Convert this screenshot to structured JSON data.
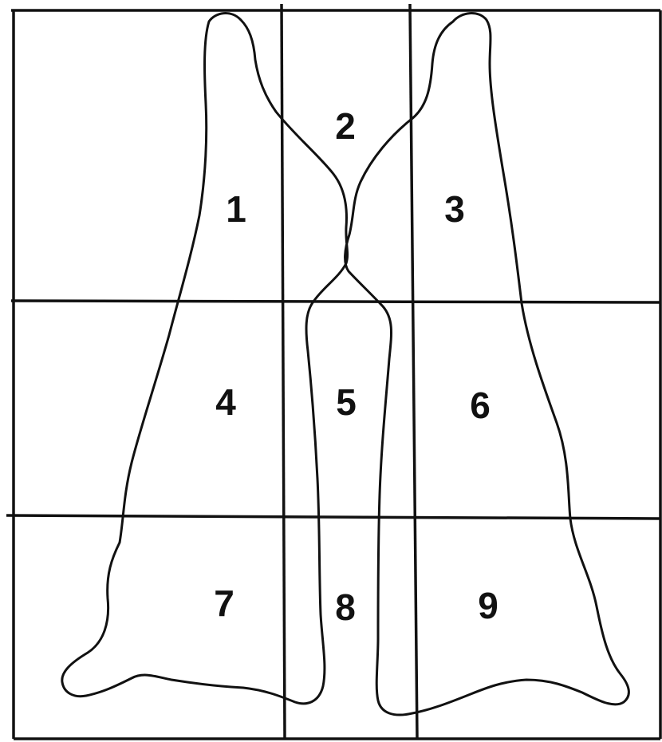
{
  "regions": [
    {
      "label": "1"
    },
    {
      "label": "2"
    },
    {
      "label": "3"
    },
    {
      "label": "4"
    },
    {
      "label": "5"
    },
    {
      "label": "6"
    },
    {
      "label": "7"
    },
    {
      "label": "8"
    },
    {
      "label": "9"
    }
  ]
}
